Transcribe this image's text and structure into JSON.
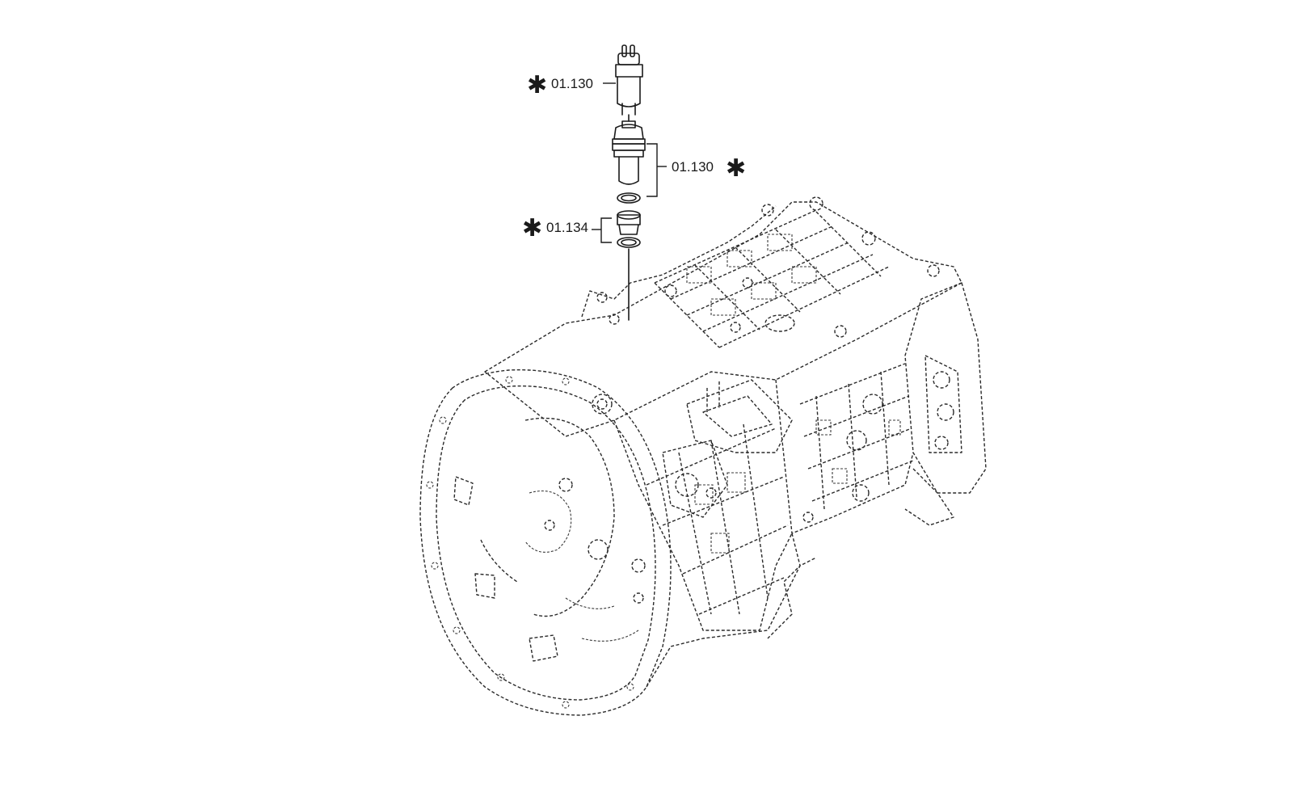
{
  "callouts": [
    {
      "id": "upper-sensor",
      "star": "✱",
      "text": "01.130"
    },
    {
      "id": "sensor-assembly",
      "star": "✱",
      "text": "01.130"
    },
    {
      "id": "plug-seal-set",
      "star": "✱",
      "text": "01.134"
    }
  ],
  "colors": {
    "line": "#1a1a1a",
    "background": "#ffffff"
  }
}
